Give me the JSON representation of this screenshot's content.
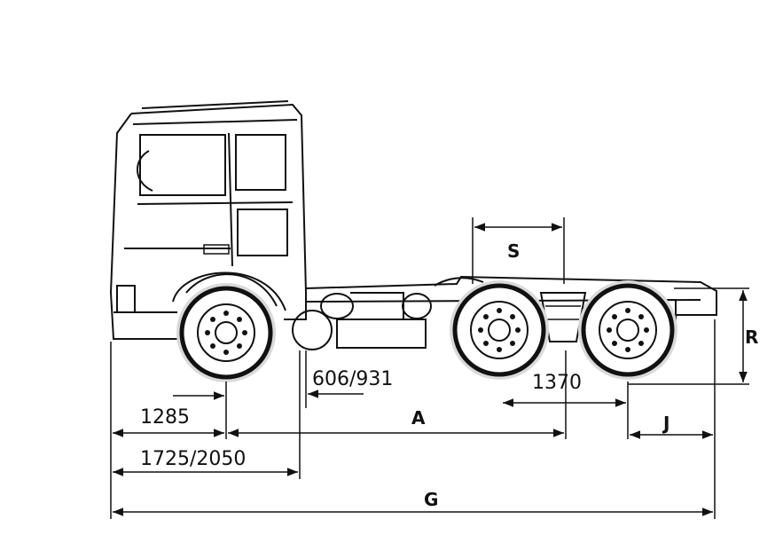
{
  "dimensions": {
    "rear_overhang_label": "1285",
    "cab_length_label": "1725/2050",
    "front_to_fifth_wheel_label": "606/931",
    "wheelbase_label": "A",
    "fifth_wheel_label": "S",
    "tandem_spacing_label": "1370",
    "rear_overhang_j_label": "J",
    "frame_height_label": "R",
    "overall_length_label": "G"
  }
}
